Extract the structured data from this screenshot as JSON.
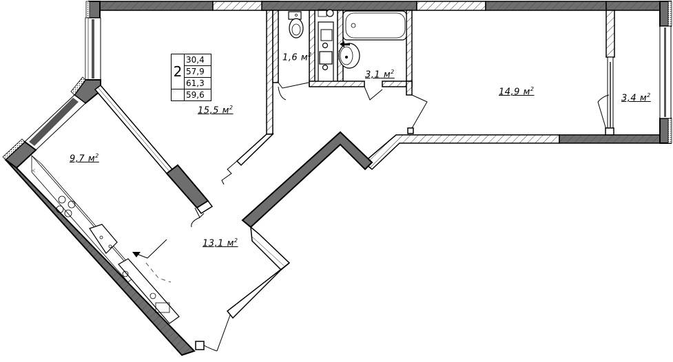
{
  "plan": {
    "rooms_count": "2",
    "summary_values": [
      "30,4",
      "57,9",
      "61,3",
      "59,6"
    ],
    "unit": "м",
    "unit_power": "2",
    "rooms": [
      {
        "id": "living-room",
        "area": "15,5"
      },
      {
        "id": "kitchen",
        "area": "9,7"
      },
      {
        "id": "hallway",
        "area": "13,1"
      },
      {
        "id": "toilet",
        "area": "1,6"
      },
      {
        "id": "bathroom",
        "area": "3,1"
      },
      {
        "id": "bedroom",
        "area": "14,9"
      },
      {
        "id": "balcony",
        "area": "3,4"
      }
    ]
  },
  "colors": {
    "wall_load_bearing": "#6e6e6e",
    "wall_partition_hatch": "#000000",
    "background": "#ffffff"
  }
}
